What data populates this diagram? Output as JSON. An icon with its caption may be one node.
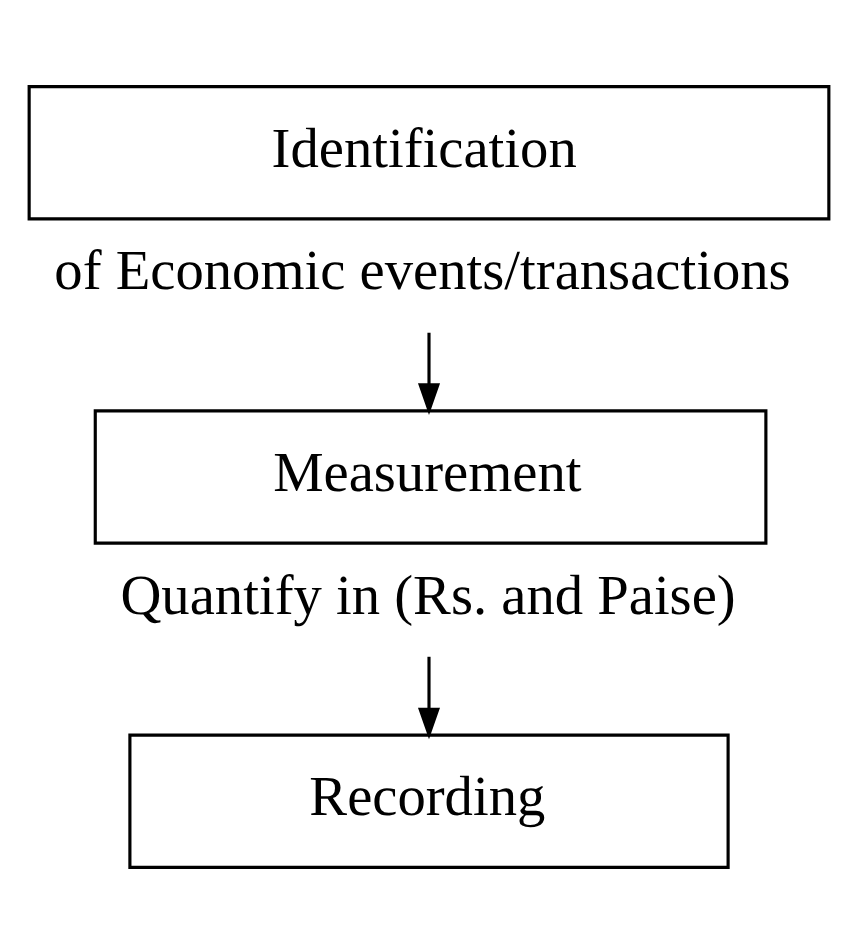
{
  "diagram": {
    "nodes": [
      {
        "text": [
          "Identification"
        ],
        "beside": [
          "of Economic events/transactions"
        ]
      },
      {
        "text": [
          "Measurement"
        ],
        "beside": [
          "Quantify in (Rs. and Paise)"
        ]
      },
      {
        "text": [
          "Recording"
        ]
      }
    ],
    "edges": [
      {
        "from": 0,
        "to": 1,
        "arrow": "to"
      },
      {
        "from": 1,
        "to": 2,
        "arrow": "to"
      }
    ]
  }
}
